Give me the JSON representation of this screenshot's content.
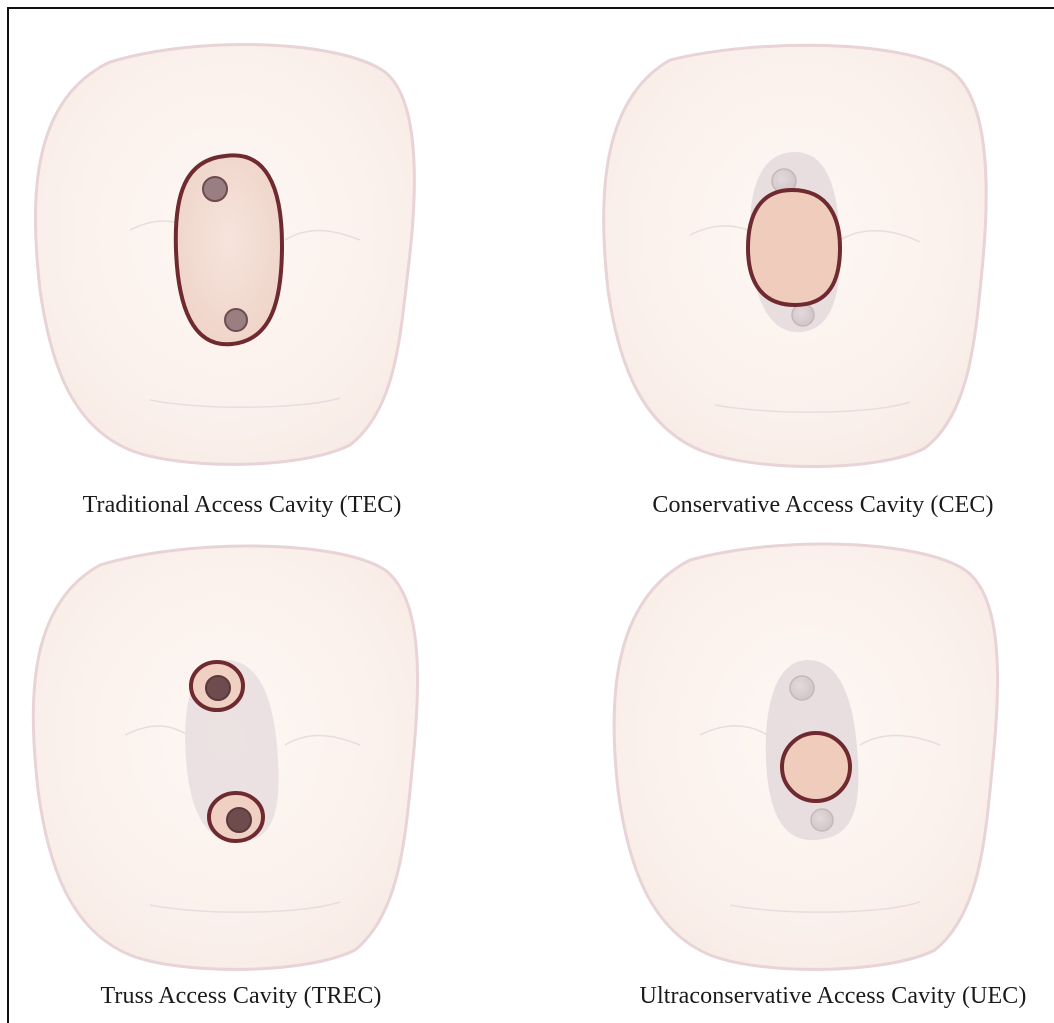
{
  "panels": [
    {
      "id": "tec",
      "label": "Traditional Access Cavity (TEC)"
    },
    {
      "id": "cec",
      "label": "Conservative Access Cavity (CEC)"
    },
    {
      "id": "trec",
      "label": "Truss Access Cavity (TREC)"
    },
    {
      "id": "uec",
      "label": "Ultraconservative Access Cavity (UEC)"
    }
  ],
  "colors": {
    "outline": "#6e2a2f",
    "tooth_fill": "#fbf3ef",
    "tooth_edge": "#e6cfd2",
    "cavity_fill": "#f2ddd3",
    "shadow": "#e3d9da",
    "canal": "#9a7f82",
    "canal_dark": "#6e4c4d",
    "canal_light": "#d9cfd1"
  }
}
